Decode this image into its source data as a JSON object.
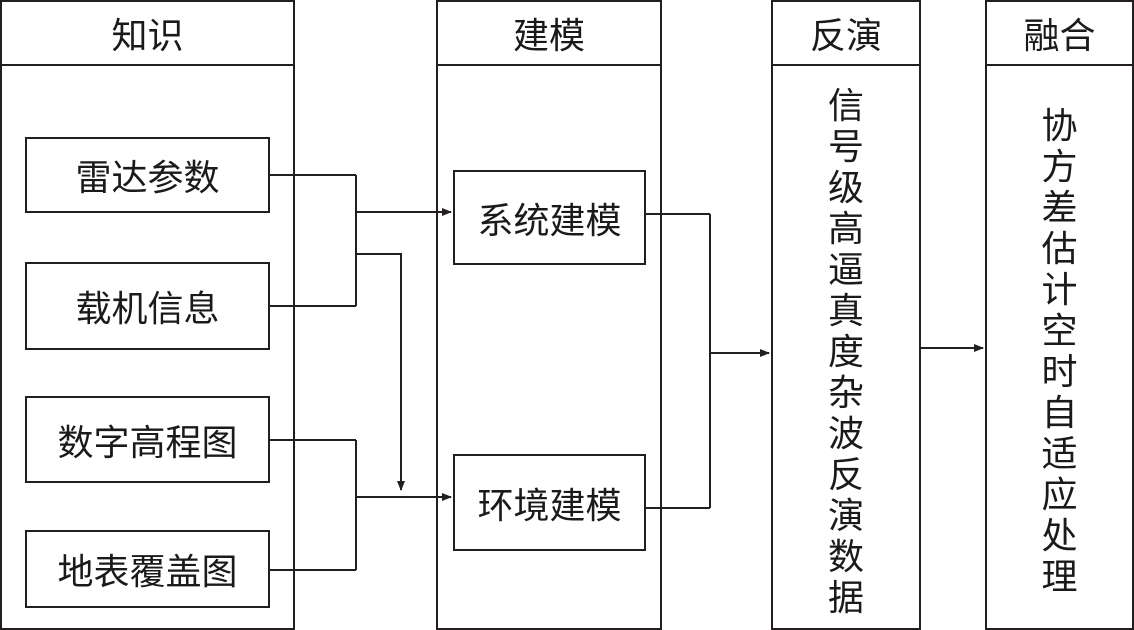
{
  "columns": {
    "knowledge": "知识",
    "modeling": "建模",
    "inversion": "反演",
    "fusion": "融合"
  },
  "knowledge_items": [
    "雷达参数",
    "载机信息",
    "数字高程图",
    "地表覆盖图"
  ],
  "modeling_items": [
    "系统建模",
    "环境建模"
  ],
  "inversion_text": [
    "信",
    "号",
    "级",
    "高",
    "逼",
    "真",
    "度",
    "杂",
    "波",
    "反",
    "演",
    "数",
    "据"
  ],
  "fusion_text": [
    "协",
    "方",
    "差",
    "估",
    "计",
    "空",
    "时",
    "自",
    "适",
    "应",
    "处",
    "理"
  ]
}
